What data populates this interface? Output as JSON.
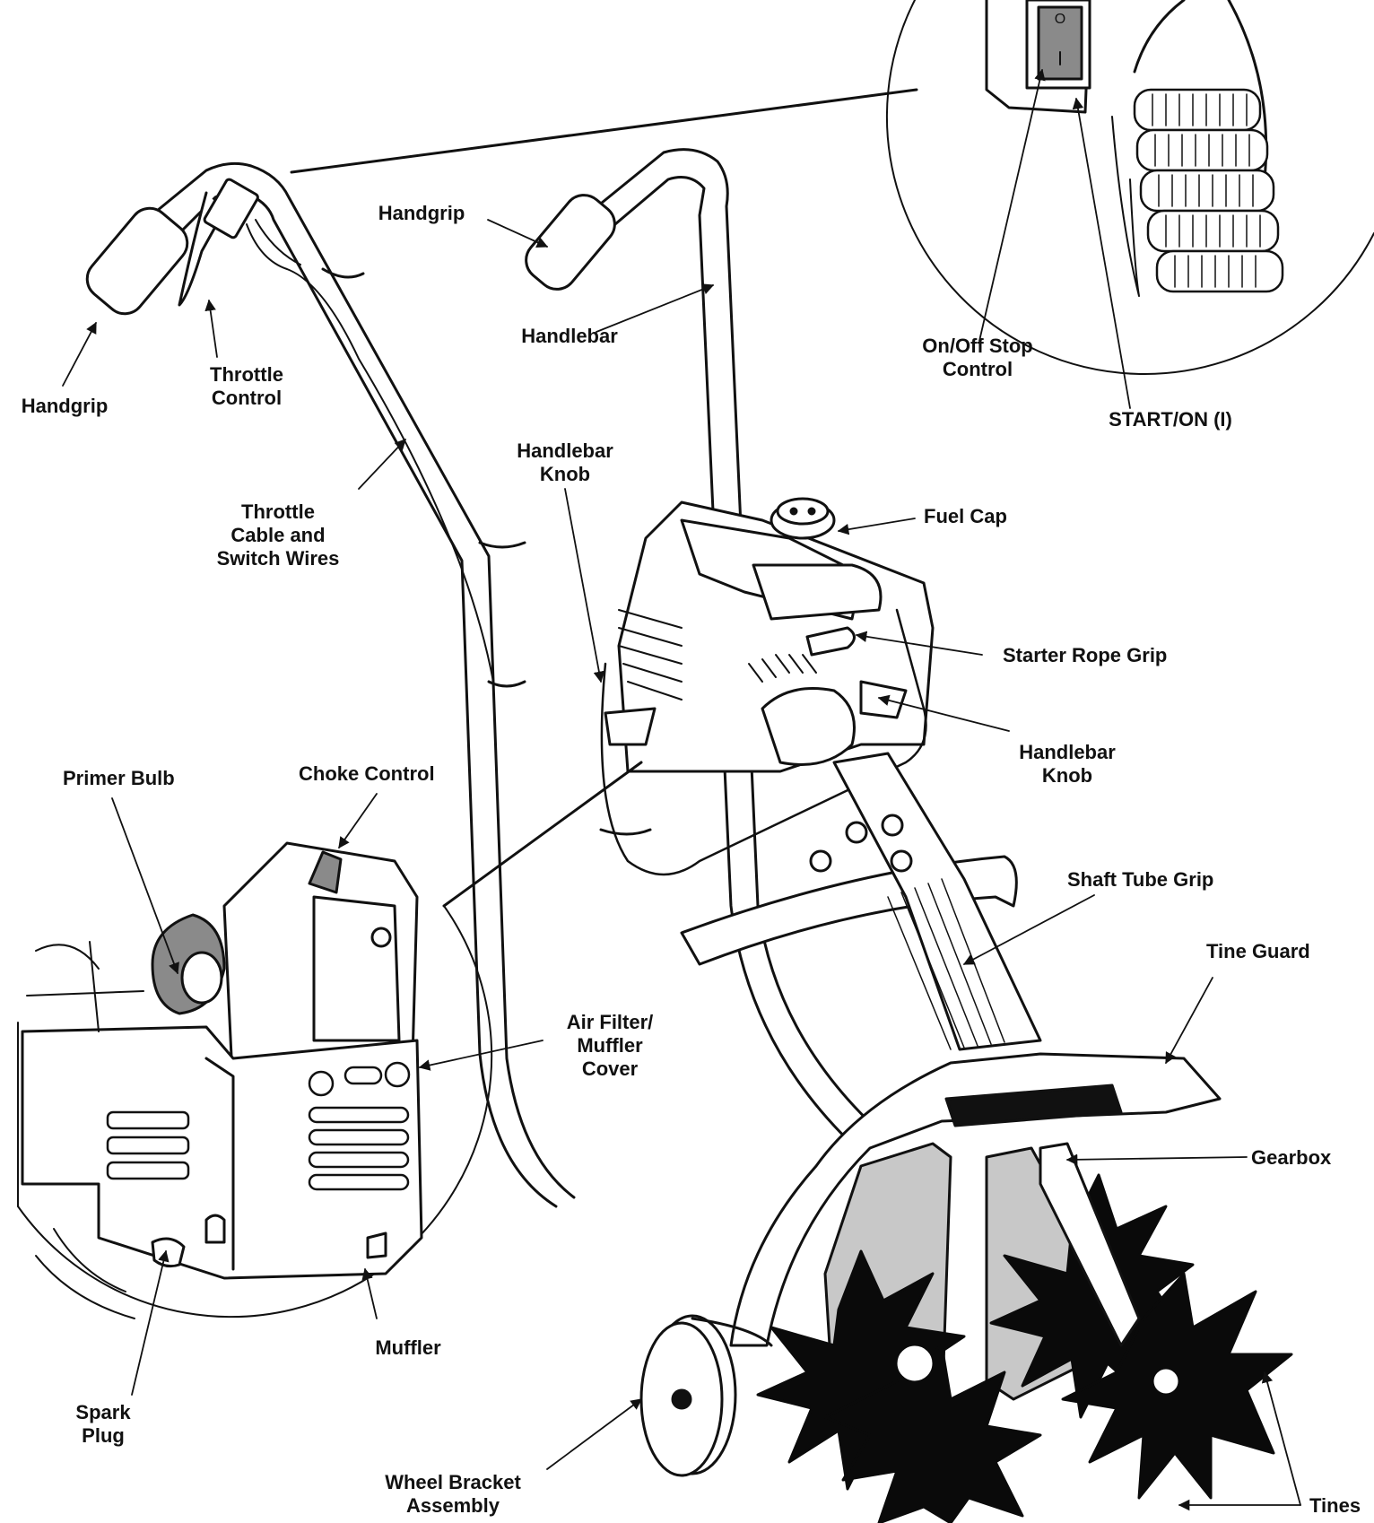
{
  "colors": {
    "ink": "#111111",
    "paper": "#ffffff",
    "tine": "#0a0a0a",
    "shade": "#c8c8c8",
    "grip": "#8a8a8a"
  },
  "labels": {
    "handgrip_left": "Handgrip",
    "throttle_control": [
      "Throttle",
      "Control"
    ],
    "throttle_cable": [
      "Throttle",
      "Cable and",
      "Switch Wires"
    ],
    "handgrip_top": "Handgrip",
    "handlebar": "Handlebar",
    "handlebar_knob_top": [
      "Handlebar",
      "Knob"
    ],
    "fuel_cap": "Fuel Cap",
    "starter_rope_grip": "Starter Rope Grip",
    "handlebar_knob_right": [
      "Handlebar",
      "Knob"
    ],
    "on_off_stop": [
      "On/Off Stop",
      "Control"
    ],
    "start_on": "START/ON (I)",
    "primer_bulb": "Primer Bulb",
    "choke_control": "Choke Control",
    "air_filter": [
      "Air Filter/",
      "Muffler",
      "Cover"
    ],
    "shaft_tube_grip": "Shaft Tube Grip",
    "tine_guard": "Tine Guard",
    "gearbox": "Gearbox",
    "muffler": "Muffler",
    "spark_plug": [
      "Spark",
      "Plug"
    ],
    "wheel_bracket": [
      "Wheel Bracket",
      "Assembly"
    ],
    "tines": "Tines"
  },
  "switch_marks": {
    "off": "O",
    "on": "I"
  }
}
